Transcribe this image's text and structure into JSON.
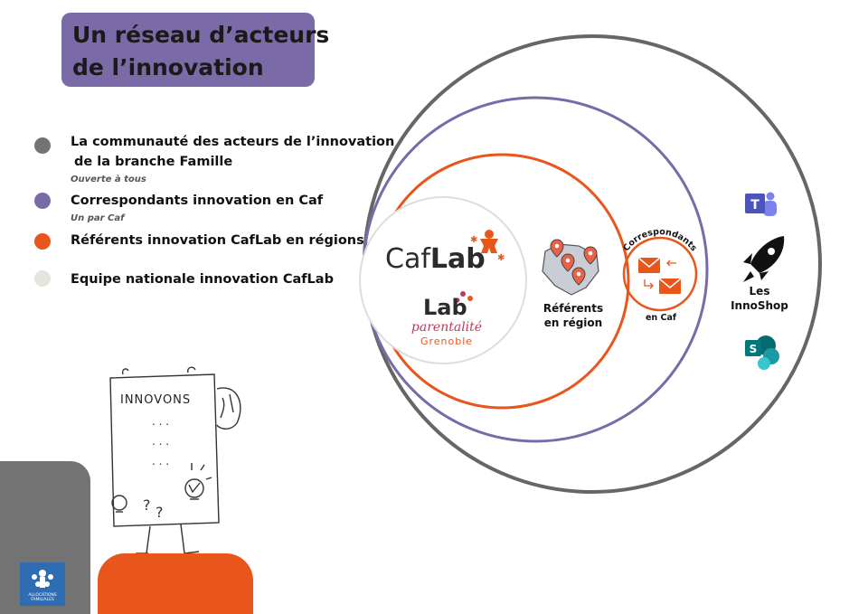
{
  "title": {
    "line1": "Un réseau d’acteurs",
    "line2": "de  l’innovation"
  },
  "legend": [
    {
      "label_line1": "La communauté des acteurs de l’innovation",
      "label_line2": "de la branche Famille",
      "sub": "Ouverte à tous",
      "color": "#737373"
    },
    {
      "label_line1": "Correspondants innovation en Caf",
      "label_line2": "",
      "sub": "Un par Caf",
      "color": "#7a6ba8"
    },
    {
      "label_line1": "Référents innovation CafLab en régions",
      "label_line2": "",
      "sub": "",
      "color": "#e8561c"
    },
    {
      "label_line1": "Equipe nationale innovation CafLab",
      "label_line2": "",
      "sub": "",
      "color": "#e5e5e0"
    }
  ],
  "circles": {
    "outer_color": "#666666",
    "purple_color": "#7a6ba8",
    "orange_color": "#e8561c",
    "inner_color": "#dddddd"
  },
  "inner": {
    "caflab_caf": "Caf",
    "caflab_lab": "Lab",
    "lab_word": "Lab",
    "parentalite": "parentalité",
    "grenoble": "Grenoble"
  },
  "referents": {
    "line1": "Référents",
    "line2": "en région"
  },
  "correspondants": {
    "arc_top": "Correspondants",
    "arc_bottom": "en Caf"
  },
  "innoshop": {
    "line1": "Les",
    "line2": "InnoShop"
  },
  "sketch": {
    "sign_text": "INNOVONS",
    "dots": ". . ."
  },
  "logo": {
    "caf_text": "ALLOCATIONS FAMILIALES"
  }
}
